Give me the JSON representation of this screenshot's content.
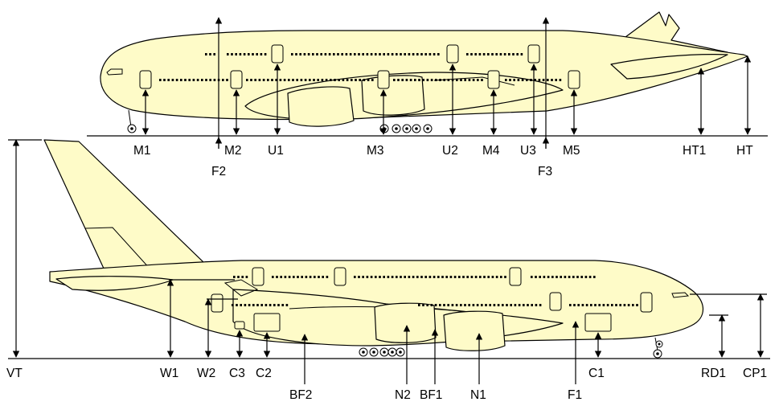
{
  "top_view": {
    "labels": {
      "M1": "M1",
      "M2": "M2",
      "U1": "U1",
      "M3": "M3",
      "U2": "U2",
      "M4": "M4",
      "U3": "U3",
      "M5": "M5",
      "HT1": "HT1",
      "HT": "HT",
      "F2": "F2",
      "F3": "F3"
    }
  },
  "bottom_view": {
    "labels": {
      "VT": "VT",
      "W1": "W1",
      "W2": "W2",
      "C3": "C3",
      "C2": "C2",
      "BF2": "BF2",
      "N2": "N2",
      "BF1": "BF1",
      "N1": "N1",
      "F1": "F1",
      "C1": "C1",
      "RD1": "RD1",
      "CP1": "CP1"
    }
  },
  "colors": {
    "fuselage_fill": "#FEFBC8",
    "outline": "#000000",
    "background": "#FFFFFF"
  }
}
